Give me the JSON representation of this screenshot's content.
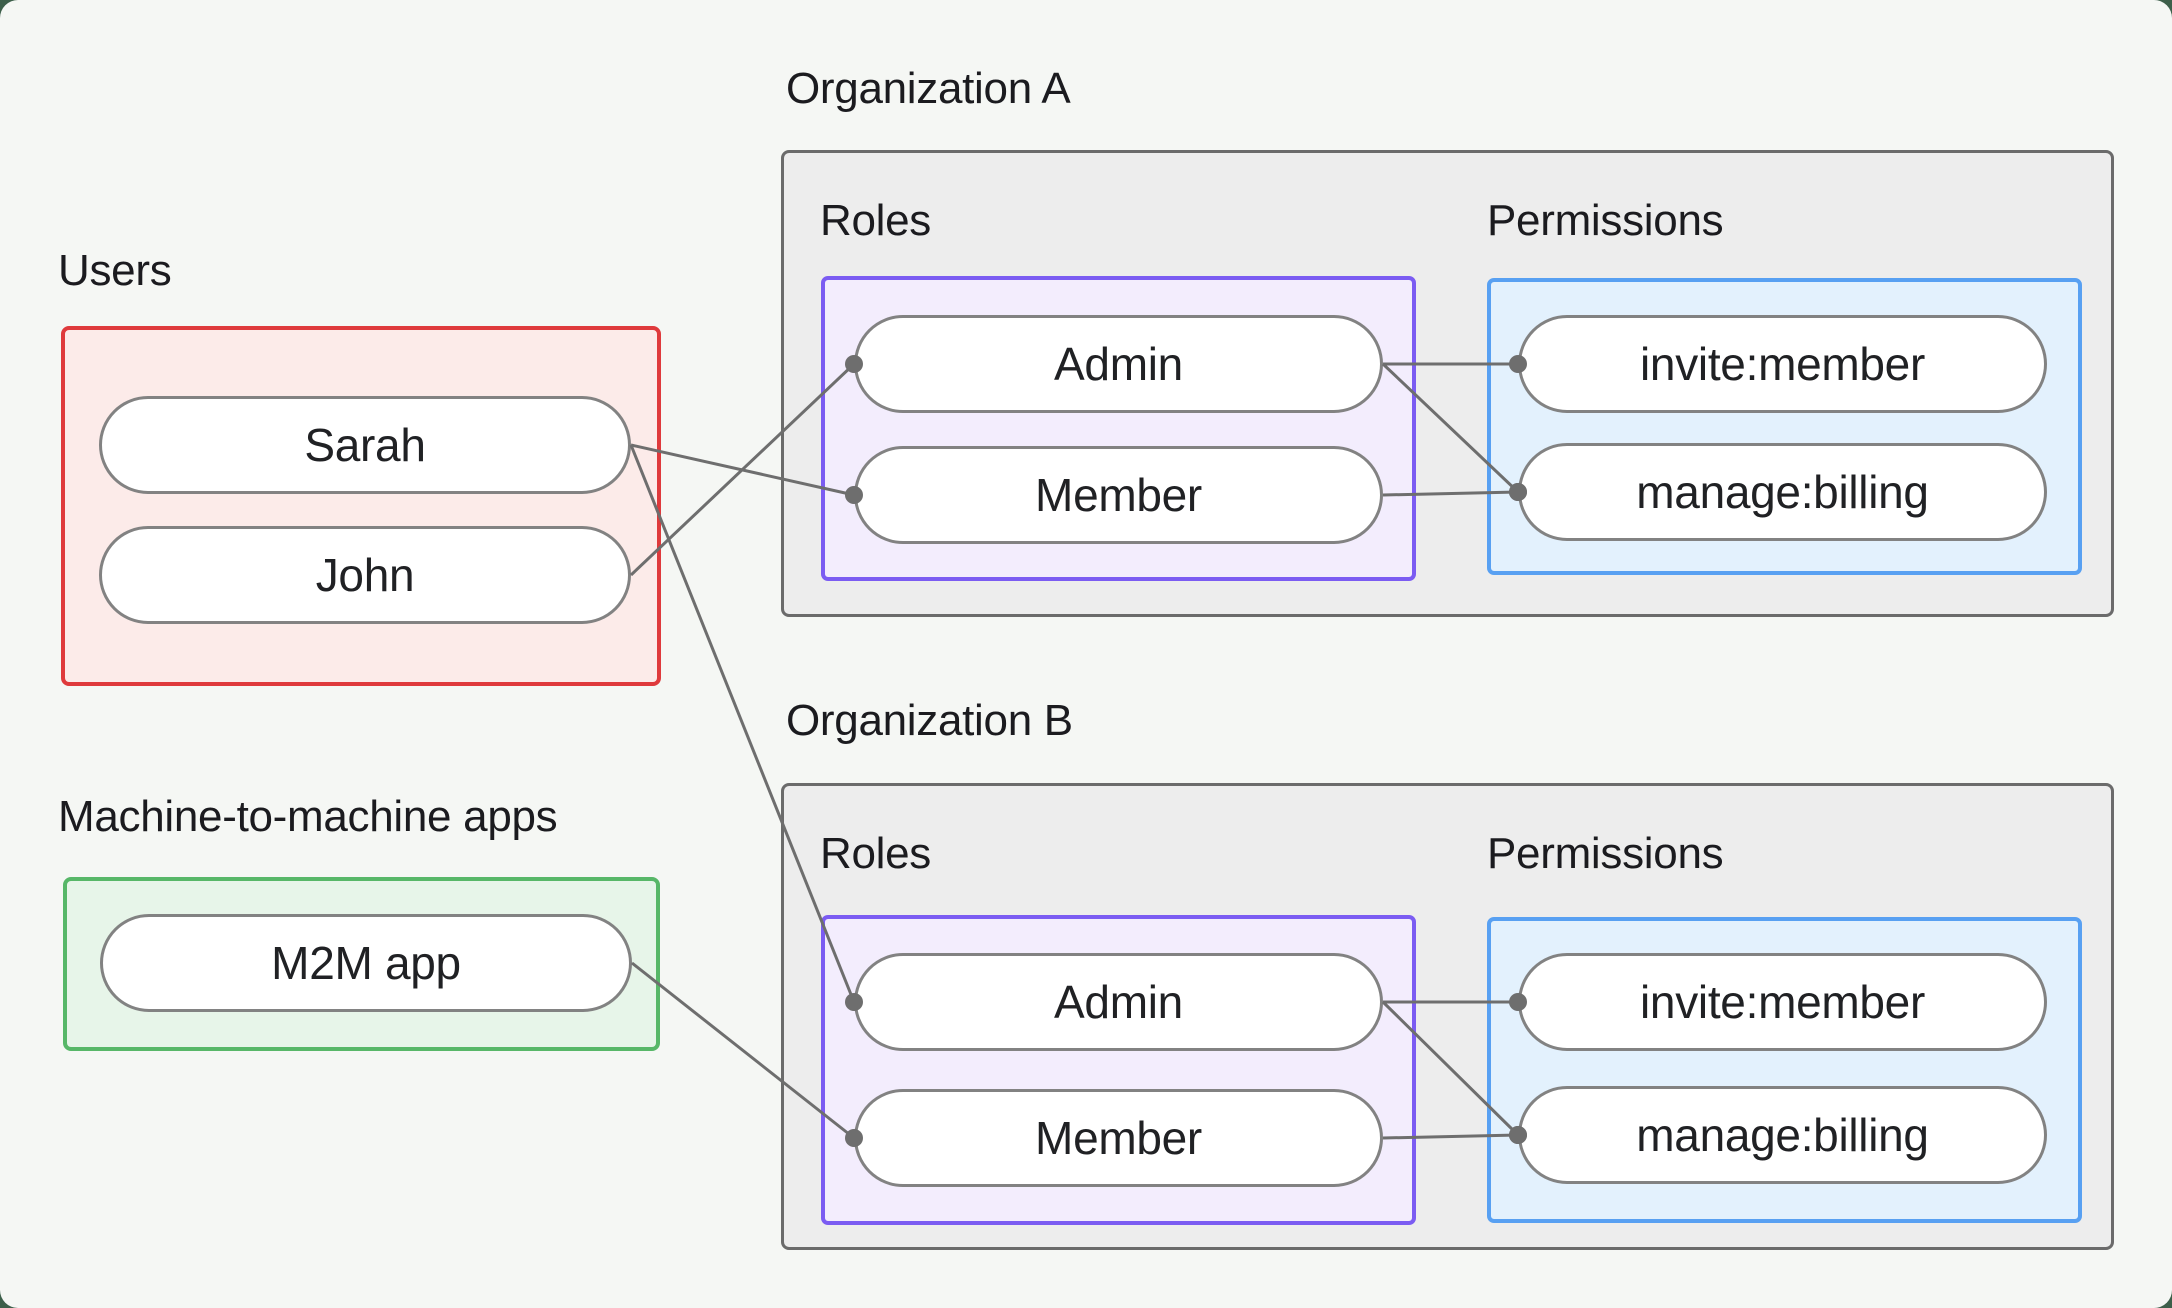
{
  "canvas": {
    "background": "#f5f7f4",
    "page_background": "#3d5f4a"
  },
  "colors": {
    "users_border": "#df3a3c",
    "users_fill": "#fcebe9",
    "m2m_border": "#57b768",
    "m2m_fill": "#e7f5e9",
    "roles_border": "#7b5cf2",
    "roles_fill": "#f3edfd",
    "permissions_border": "#58a0f2",
    "permissions_fill": "#e3f1fd",
    "org_fill": "#ededed",
    "org_border": "#6b6b6b",
    "wire": "#6e6e6e",
    "pill_border": "#828282"
  },
  "users_group": {
    "label": "Users",
    "items": [
      "Sarah",
      "John"
    ]
  },
  "m2m_group": {
    "label": "Machine-to-machine apps",
    "items": [
      "M2M app"
    ]
  },
  "organizations": [
    {
      "title": "Organization A",
      "roles_label": "Roles",
      "permissions_label": "Permissions",
      "roles": [
        "Admin",
        "Member"
      ],
      "permissions": [
        "invite:member",
        "manage:billing"
      ]
    },
    {
      "title": "Organization B",
      "roles_label": "Roles",
      "permissions_label": "Permissions",
      "roles": [
        "Admin",
        "Member"
      ],
      "permissions": [
        "invite:member",
        "manage:billing"
      ]
    }
  ],
  "connections": [
    {
      "from": "sarah",
      "to": "orgA-member"
    },
    {
      "from": "john",
      "to": "orgA-admin"
    },
    {
      "from": "sarah",
      "to": "orgB-admin"
    },
    {
      "from": "m2m-app",
      "to": "orgB-member"
    },
    {
      "from": "orgA-admin",
      "to": "orgA-invite"
    },
    {
      "from": "orgA-admin",
      "to": "orgA-manage"
    },
    {
      "from": "orgA-member",
      "to": "orgA-manage"
    },
    {
      "from": "orgB-admin",
      "to": "orgB-invite"
    },
    {
      "from": "orgB-admin",
      "to": "orgB-manage"
    },
    {
      "from": "orgB-member",
      "to": "orgB-manage"
    }
  ]
}
